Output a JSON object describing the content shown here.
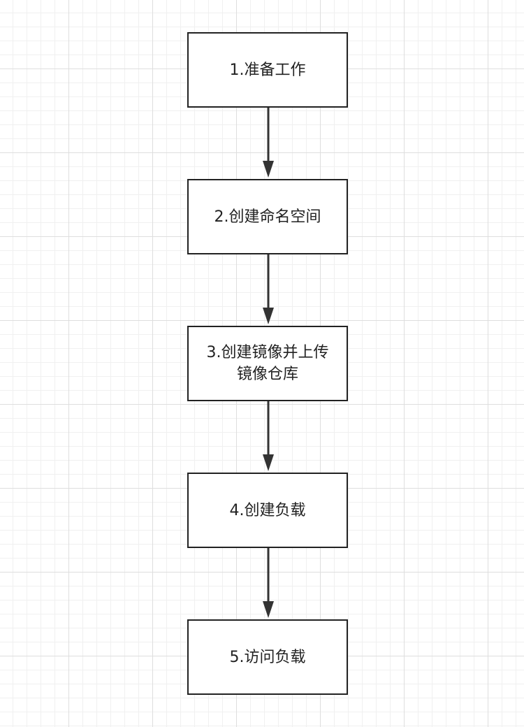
{
  "diagram": {
    "type": "flowchart",
    "direction": "top-to-bottom",
    "colors": {
      "stroke": "#222222",
      "fill": "#ffffff",
      "text": "#222222",
      "arrow": "#333333"
    },
    "steps": [
      {
        "label": "1.准备工作"
      },
      {
        "label": "2.创建命名空间"
      },
      {
        "label": "3.创建镜像并上传镜像仓库"
      },
      {
        "label": "4.创建负载"
      },
      {
        "label": "5.访问负载"
      }
    ],
    "edges": [
      {
        "from": 0,
        "to": 1
      },
      {
        "from": 1,
        "to": 2
      },
      {
        "from": 2,
        "to": 3
      },
      {
        "from": 3,
        "to": 4
      }
    ]
  }
}
